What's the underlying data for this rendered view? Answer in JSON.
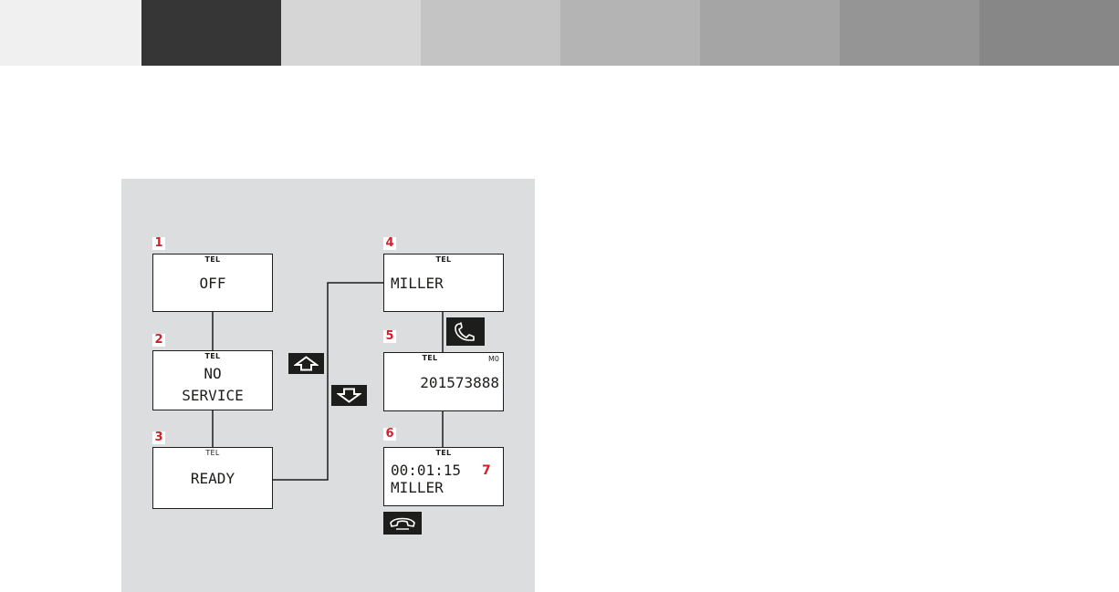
{
  "color_strip": [
    "#f0f0f0",
    "#363636",
    "#d6d6d6",
    "#c4c4c4",
    "#b4b4b4",
    "#a5a5a5",
    "#959595",
    "#878787"
  ],
  "colors": {
    "panel": "#dcdddf",
    "outline": "#1d1d1b",
    "step_number": "#d3202a"
  },
  "diagram": {
    "screens": [
      {
        "number": "1",
        "header": "TEL",
        "lines": [
          "OFF"
        ]
      },
      {
        "number": "2",
        "header": "TEL",
        "lines": [
          "NO",
          "SERVICE"
        ]
      },
      {
        "number": "3",
        "header": "TEL",
        "lines": [
          "READY"
        ]
      },
      {
        "number": "4",
        "header": "TEL",
        "lines": [
          "MILLER"
        ]
      },
      {
        "number": "5",
        "header": "TEL",
        "corner": "M0",
        "lines": [
          "201573888"
        ]
      },
      {
        "number": "6",
        "header": "TEL",
        "lines": [
          "00:01:15",
          "MILLER"
        ]
      }
    ],
    "duration_marker": "7",
    "icons": {
      "scroll_up": "arrow-up-icon",
      "scroll_down": "arrow-down-icon",
      "call": "phone-pickup-icon",
      "hang_up": "phone-hangup-icon"
    }
  }
}
